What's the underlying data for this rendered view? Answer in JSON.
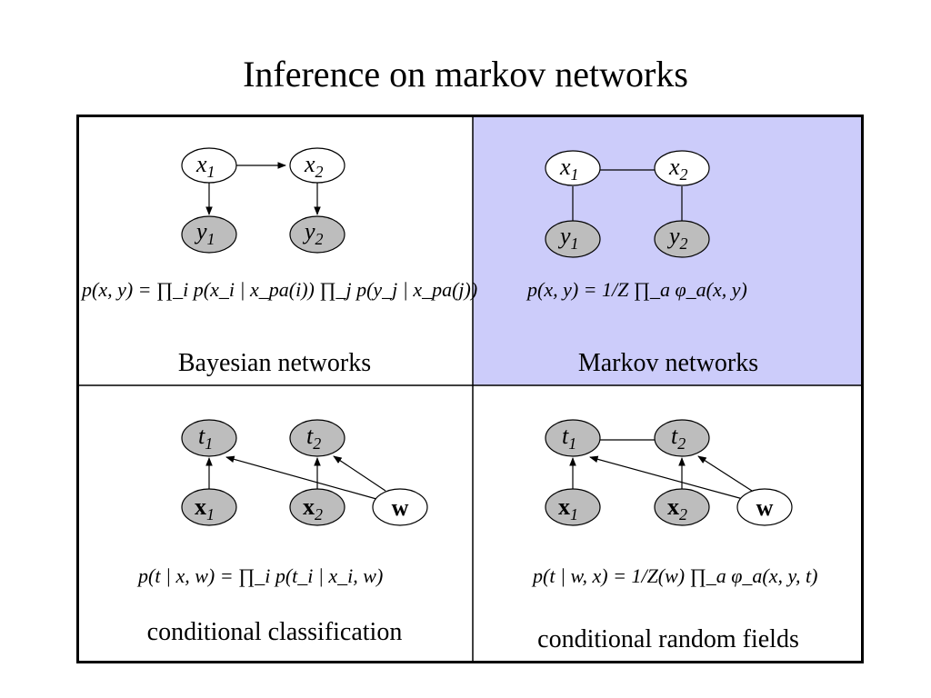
{
  "title": "Inference on markov networks",
  "colors": {
    "highlight": "#ccccfa",
    "observed_fill": "#bdbdbd",
    "border": "#000000"
  },
  "panels": {
    "bayesian": {
      "caption": "Bayesian networks",
      "nodes": {
        "x1": "x",
        "x2": "x",
        "y1": "y",
        "y2": "y",
        "sub1": "1",
        "sub2": "2"
      },
      "formula_text": "p(x, y) = ∏_i p(x_i | x_pa(i)) ∏_j p(y_j | x_pa(j))"
    },
    "markov": {
      "caption": "Markov networks",
      "nodes": {
        "x1": "x",
        "x2": "x",
        "y1": "y",
        "y2": "y",
        "sub1": "1",
        "sub2": "2"
      },
      "formula_text": "p(x, y) = 1/Z ∏_a φ_a(x, y)"
    },
    "conditional_classification": {
      "caption": "conditional classification",
      "nodes": {
        "t1": "t",
        "t2": "t",
        "x1": "x",
        "x2": "x",
        "w": "w",
        "sub1": "1",
        "sub2": "2"
      },
      "formula_text": "p(t | x, w) = ∏_i p(t_i | x_i, w)"
    },
    "crf": {
      "caption": "conditional random fields",
      "nodes": {
        "t1": "t",
        "t2": "t",
        "x1": "x",
        "x2": "x",
        "w": "w",
        "sub1": "1",
        "sub2": "2"
      },
      "formula_text": "p(t | w, x) = 1/Z(w) ∏_a φ_a(x, y, t)"
    }
  }
}
